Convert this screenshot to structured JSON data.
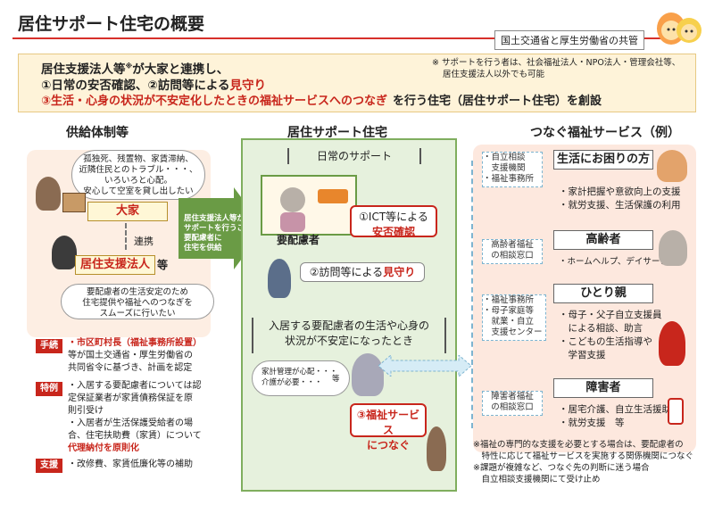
{
  "header": {
    "title": "居住サポート住宅の概要",
    "ministry": "国土交通省と厚生労働省の共管"
  },
  "intro": {
    "line1": "居住支援法人等",
    "line1_sup": "※",
    "line1_rest": "が大家と連携し、",
    "line2_a": "①日常の安否確認、②訪問等による",
    "line2_b": "見守り",
    "line3_a": "③生活・心身の状況が不安定化したときの福祉サービスへのつなぎ",
    "line3_b": "を行う住宅（居住サポート住宅）を創設",
    "note1": "※ サポートを行う者は、社会福祉法人・NPO法人・管理会社等、",
    "note2": "居住支援法人以外でも可能"
  },
  "left": {
    "title": "供給体制等",
    "worry": [
      "孤独死、残置物、家賃滞納、",
      "近隣住民とのトラブル・・・、",
      "いろいろと心配。",
      "安心して空室を貸し出したい"
    ],
    "landlord": "大家",
    "link": "連携",
    "support_corp": "居住支援法人",
    "support_corp_suffix": "等",
    "support_wish": [
      "要配慮者の生活安定のため",
      "住宅提供や福祉へのつなぎを",
      "スムーズに行いたい"
    ],
    "arrow_text": [
      "居住支援法人等が",
      "サポートを行うことで",
      "要配慮者に",
      "住宅を供給"
    ]
  },
  "procedures": [
    {
      "tag": "手続",
      "lines": [
        "・市区町村長（福祉事務所設置）",
        "等が国土交通省・厚生労働省の",
        "共同省令に基づき、計画を認定"
      ]
    },
    {
      "tag": "特例",
      "lines": [
        "・入居する要配慮者については認",
        "定保証業者が家賃債務保証を原",
        "則引受け",
        "・入居者が生活保護受給者の場",
        "合、住宅扶助費（家賃）について",
        "代理納付を原則化"
      ]
    },
    {
      "tag": "支援",
      "lines": [
        "・改修費、家賃低廉化等の補助"
      ]
    }
  ],
  "center": {
    "title": "居住サポート住宅",
    "daily": "日常のサポート",
    "ict_a": "①ICT等による",
    "ict_b": "安否確認",
    "person": "要配慮者",
    "visit_a": "②訪問等による",
    "visit_b": "見守り",
    "unstable": [
      "入居する要配慮者の生活や心身の",
      "状況が不安定になったとき"
    ],
    "worries": [
      "家計管理が心配・・・",
      "介護が必要・・・",
      "等"
    ],
    "connect": [
      "③福祉サービス",
      "につなぐ"
    ]
  },
  "right": {
    "title": "つなぐ福祉サービス（例）",
    "services": [
      {
        "consult": [
          "・自立相談",
          "　支援機関",
          "・福祉事務所"
        ],
        "head": "生活にお困りの方",
        "body": [
          "・家計把握や意欲向上の支援",
          "・就労支援、生活保護の利用"
        ]
      },
      {
        "consult": [
          "高齢者福祉",
          "の相談窓口"
        ],
        "head": "高齢者",
        "body": [
          "・ホームヘルプ、デイサービス"
        ]
      },
      {
        "consult": [
          "・福祉事務所",
          "・母子家庭等",
          "　就業・自立",
          "　支援センター"
        ],
        "head": "ひとり親",
        "body": [
          "・母子・父子自立支援員",
          "　による相談、助言",
          "・こどもの生活指導や",
          "　学習支援"
        ]
      },
      {
        "consult": [
          "障害者福祉",
          "の相談窓口"
        ],
        "head": "障害者",
        "body": [
          "・居宅介護、自立生活援助",
          "・就労支援　等"
        ]
      }
    ],
    "footnote": [
      "※福祉の専門的な支援を必要とする場合は、要配慮者の",
      "　特性に応じて福祉サービスを実施する関係機関につなぐ",
      "※課題が複雑など、つなぐ先の判断に迷う場合",
      "　自立相談支援機関にて受け止め"
    ]
  },
  "colors": {
    "accent_red": "#c8261c",
    "green": "#6a9b45",
    "peach": "#fdeee3"
  }
}
